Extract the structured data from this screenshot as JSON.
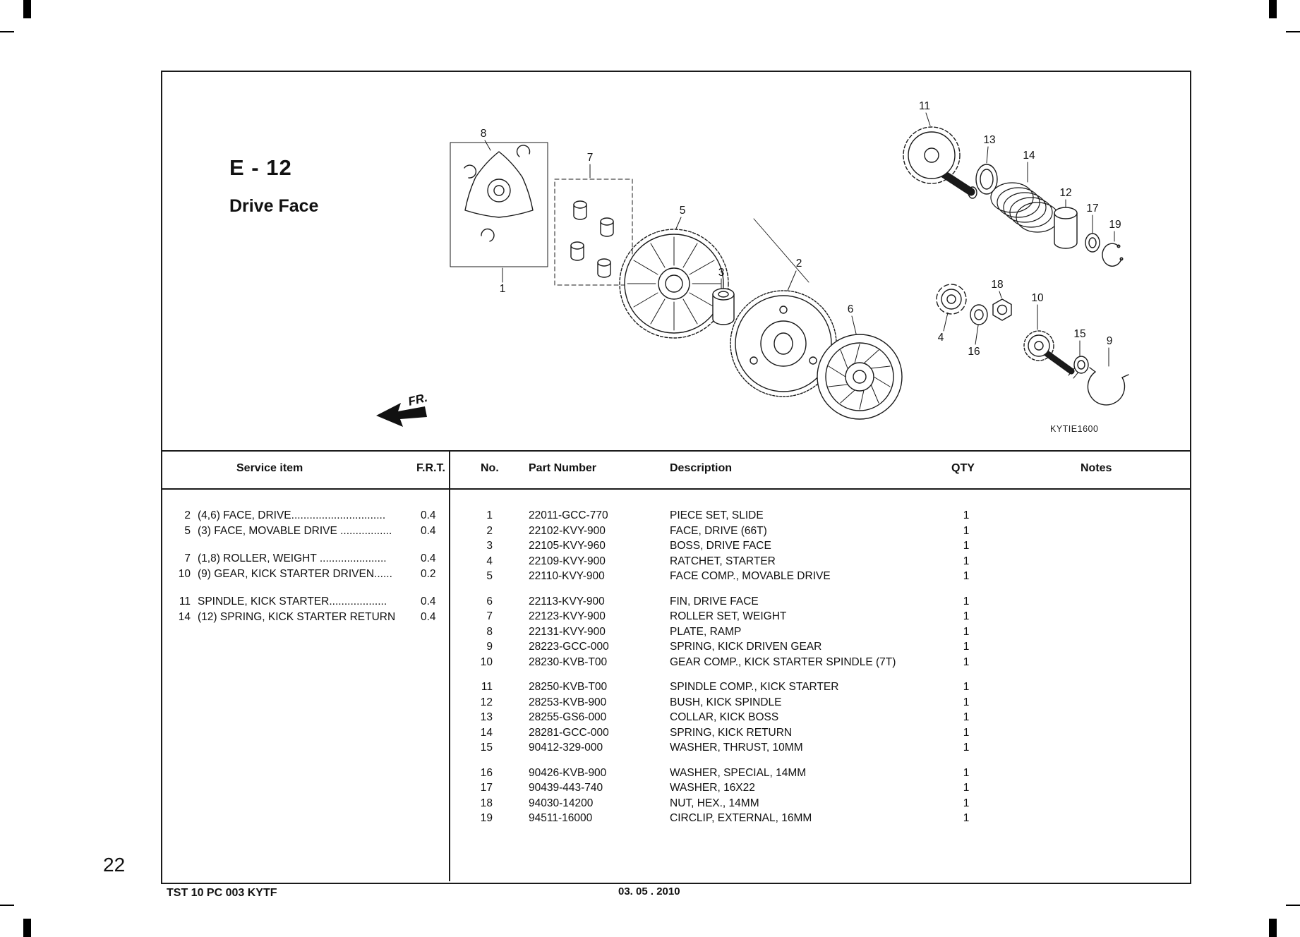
{
  "page": {
    "number": "22",
    "footer_left": "TST 10 PC 003 KYTF",
    "footer_center": "03. 05 . 2010"
  },
  "diagram": {
    "section_code": "E - 12",
    "section_title": "Drive Face",
    "direction_label": "FR.",
    "drawing_code": "KYTIE1600",
    "callouts": [
      "1",
      "2",
      "3",
      "4",
      "5",
      "6",
      "7",
      "8",
      "9",
      "10",
      "11",
      "12",
      "13",
      "14",
      "15",
      "16",
      "17",
      "18",
      "19"
    ]
  },
  "service_table": {
    "header": {
      "item": "Service item",
      "frt": "F.R.T."
    },
    "rows": [
      {
        "ref": "2",
        "name": "(4,6)  FACE, DRIVE...............................",
        "frt": "0.4"
      },
      {
        "ref": "5",
        "name": "(3) FACE, MOVABLE DRIVE .................",
        "frt": "0.4"
      },
      {
        "ref": "7",
        "name": "(1,8) ROLLER, WEIGHT ......................",
        "frt": "0.4",
        "gap": true
      },
      {
        "ref": "10",
        "name": "(9) GEAR, KICK STARTER DRIVEN......",
        "frt": "0.2"
      },
      {
        "ref": "11",
        "name": "SPINDLE, KICK STARTER...................",
        "frt": "0.4",
        "gap": true
      },
      {
        "ref": "14",
        "name": "(12) SPRING, KICK STARTER RETURN",
        "frt": "0.4"
      }
    ]
  },
  "parts_table": {
    "header": {
      "no": "No.",
      "part_number": "Part Number",
      "description": "Description",
      "qty": "QTY",
      "notes": "Notes"
    },
    "rows": [
      {
        "no": "1",
        "part_number": "22011-GCC-770",
        "description": "PIECE SET, SLIDE",
        "qty": "1"
      },
      {
        "no": "2",
        "part_number": "22102-KVY-900",
        "description": "FACE, DRIVE (66T)",
        "qty": "1"
      },
      {
        "no": "3",
        "part_number": "22105-KVY-960",
        "description": "BOSS, DRIVE FACE",
        "qty": "1"
      },
      {
        "no": "4",
        "part_number": "22109-KVY-900",
        "description": "RATCHET, STARTER",
        "qty": "1"
      },
      {
        "no": "5",
        "part_number": "22110-KVY-900",
        "description": "FACE COMP., MOVABLE DRIVE",
        "qty": "1"
      },
      {
        "no": "6",
        "part_number": "22113-KVY-900",
        "description": "FIN, DRIVE FACE",
        "qty": "1",
        "gap": true
      },
      {
        "no": "7",
        "part_number": "22123-KVY-900",
        "description": "ROLLER SET, WEIGHT",
        "qty": "1"
      },
      {
        "no": "8",
        "part_number": "22131-KVY-900",
        "description": "PLATE, RAMP",
        "qty": "1"
      },
      {
        "no": "9",
        "part_number": "28223-GCC-000",
        "description": "SPRING, KICK DRIVEN GEAR",
        "qty": "1"
      },
      {
        "no": "10",
        "part_number": "28230-KVB-T00",
        "description": "GEAR COMP., KICK STARTER  SPINDLE (7T)",
        "qty": "1"
      },
      {
        "no": "11",
        "part_number": "28250-KVB-T00",
        "description": "SPINDLE COMP., KICK STARTER",
        "qty": "1",
        "gap": true
      },
      {
        "no": "12",
        "part_number": "28253-KVB-900",
        "description": "BUSH, KICK SPINDLE",
        "qty": "1"
      },
      {
        "no": "13",
        "part_number": "28255-GS6-000",
        "description": "COLLAR, KICK BOSS",
        "qty": "1"
      },
      {
        "no": "14",
        "part_number": "28281-GCC-000",
        "description": "SPRING, KICK RETURN",
        "qty": "1"
      },
      {
        "no": "15",
        "part_number": "90412-329-000",
        "description": "WASHER, THRUST, 10MM",
        "qty": "1"
      },
      {
        "no": "16",
        "part_number": "90426-KVB-900",
        "description": "WASHER, SPECIAL, 14MM",
        "qty": "1",
        "gap": true
      },
      {
        "no": "17",
        "part_number": "90439-443-740",
        "description": "WASHER, 16X22",
        "qty": "1"
      },
      {
        "no": "18",
        "part_number": "94030-14200",
        "description": "NUT, HEX., 14MM",
        "qty": "1"
      },
      {
        "no": "19",
        "part_number": "94511-16000",
        "description": "CIRCLIP, EXTERNAL, 16MM",
        "qty": "1"
      }
    ]
  }
}
